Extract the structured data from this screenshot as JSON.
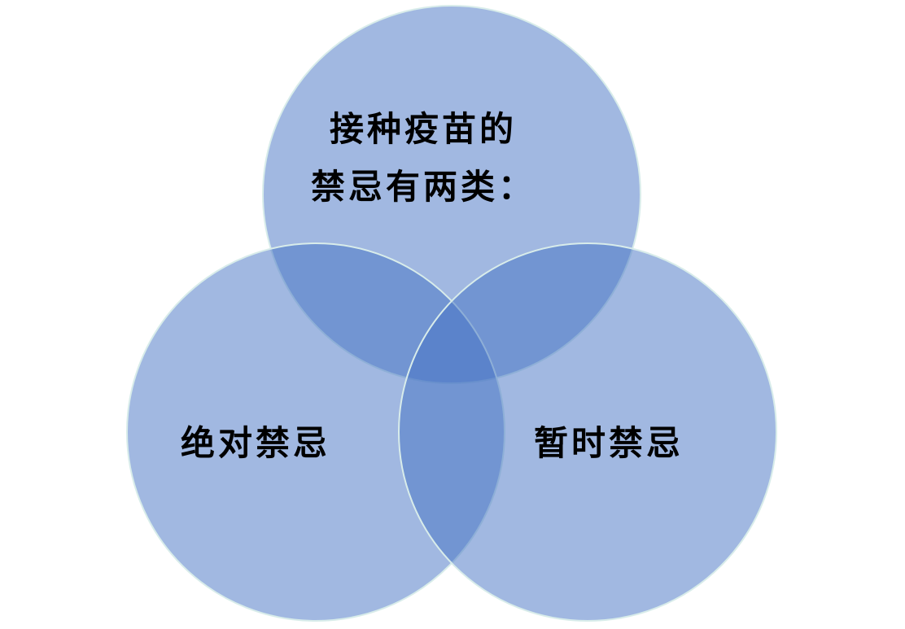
{
  "diagram": {
    "type": "venn",
    "circles": [
      {
        "id": "top",
        "lines": [
          "接种疫苗的",
          "禁忌有两类："
        ]
      },
      {
        "id": "left",
        "lines": [
          "绝对禁忌"
        ]
      },
      {
        "id": "right",
        "lines": [
          "暂时禁忌"
        ]
      }
    ],
    "colors": {
      "circle_fill": "#4472c4",
      "circle_stroke": "#d8ecea",
      "text": "#000000",
      "background": "#ffffff"
    }
  }
}
